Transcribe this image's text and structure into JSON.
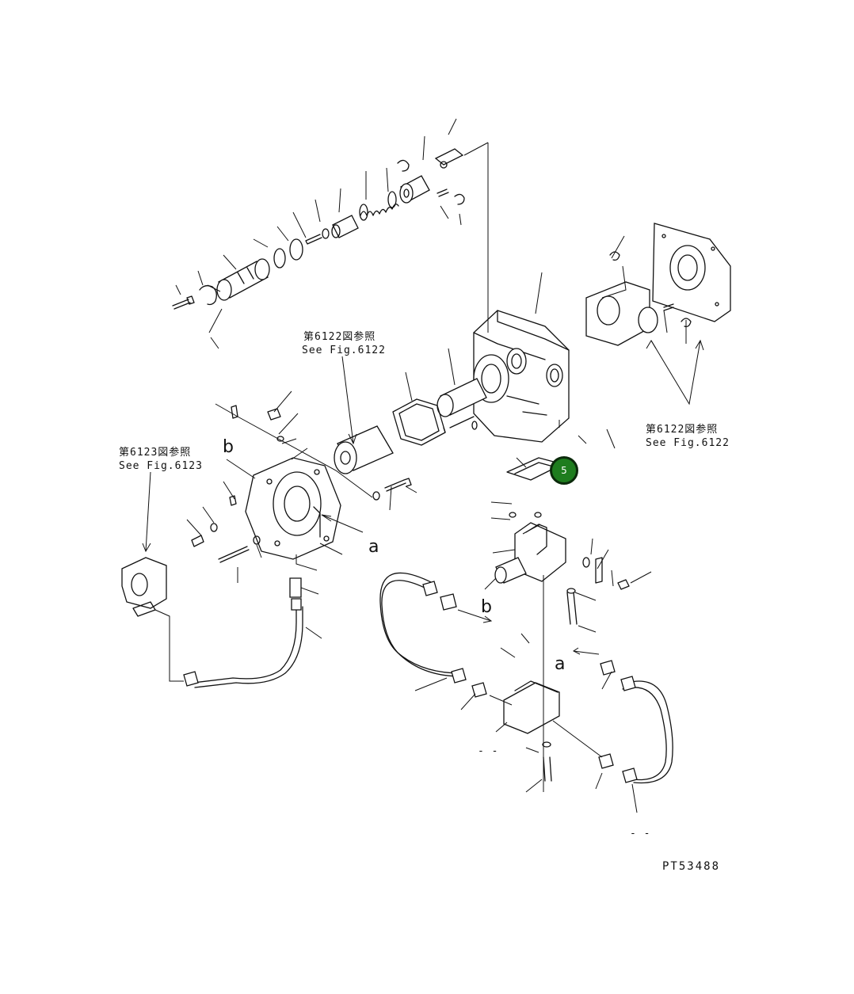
{
  "references": [
    {
      "jp": "第6122図参照",
      "en": "See Fig.6122"
    },
    {
      "jp": "第6123図参照",
      "en": "See Fig.6123"
    },
    {
      "jp": "第6122図参照",
      "en": "See Fig.6122"
    }
  ],
  "connection_labels": {
    "a": "a",
    "b": "b"
  },
  "callouts": [
    {
      "number": "5"
    }
  ],
  "drawing_code": "PT53488",
  "blank_marks": [
    "- -",
    "- -"
  ]
}
